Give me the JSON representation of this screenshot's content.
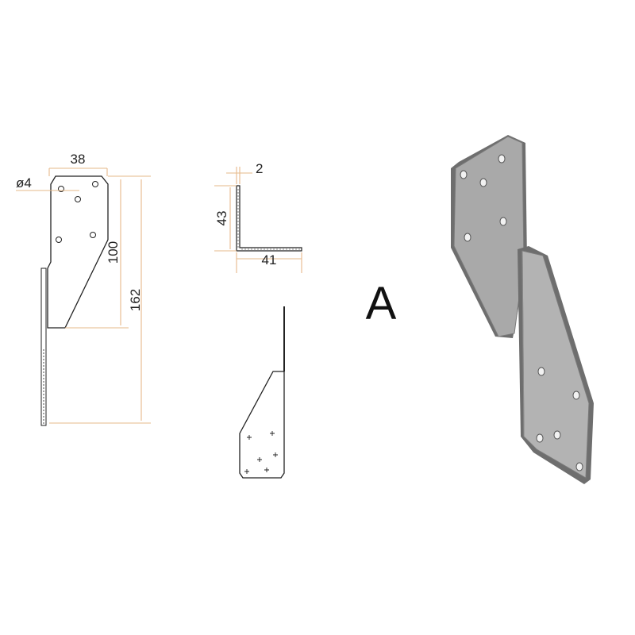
{
  "dimensions": {
    "width_top": "38",
    "hole_diameter": "ø4",
    "height_partial": "100",
    "height_total": "162",
    "thickness": "2",
    "flange_height": "43",
    "flange_width": "41"
  },
  "variant_label": "A",
  "colors": {
    "dimension_line": "#e6b98a",
    "outline": "#222222",
    "plate_fill": "#a9a9a9",
    "plate_edge": "#6e6e6e"
  }
}
